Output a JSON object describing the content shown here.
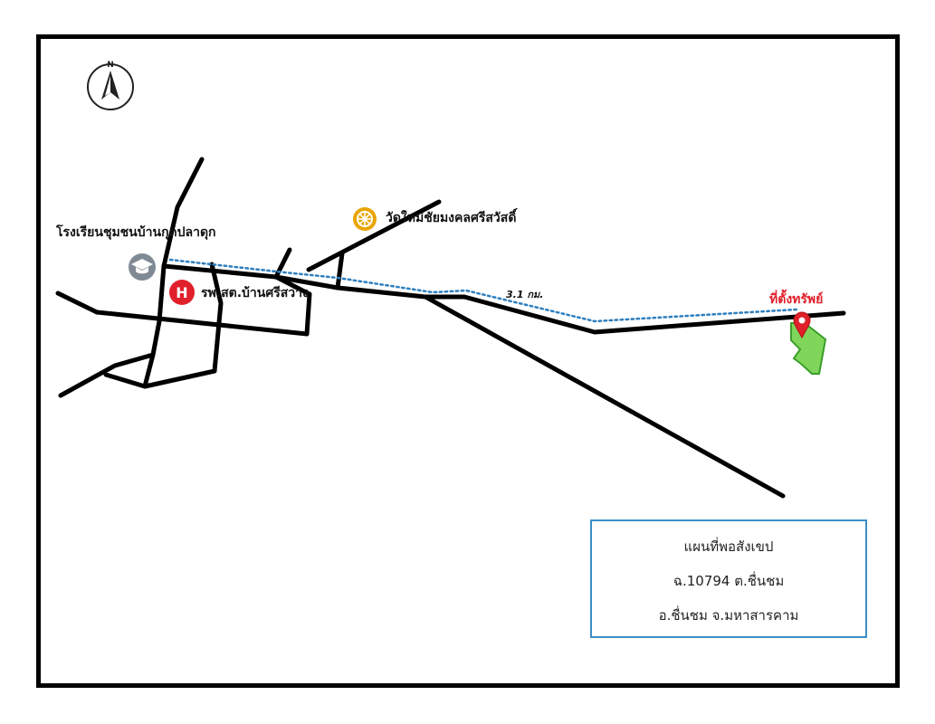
{
  "map": {
    "compass_letter": "N",
    "labels": {
      "school": "โรงเรียนชุมชนบ้านกุดปลาดุก",
      "temple": "วัดใหม่ชัยมงคลศรีสวัสดิ์",
      "hospital": "รพ.สต.บ้านศรีสว่าง",
      "distance": "3.1 กม.",
      "property": "ที่ตั้งทรัพย์"
    },
    "icons": {
      "school": "graduation-cap-icon",
      "temple": "dharma-wheel-icon",
      "hospital": "hospital-h-icon",
      "property": "location-pin-icon",
      "compass": "north-arrow-icon"
    },
    "icon_letters": {
      "hospital": "H"
    },
    "colors": {
      "road": "#000000",
      "route": "#2e7fbf",
      "school_icon": "#808a94",
      "temple_icon": "#e8a500",
      "hospital_icon": "#e0202a",
      "property_label": "#e0202a",
      "parcel_fill": "#7fd65a",
      "parcel_stroke": "#3a9e2a",
      "legend_border": "#3b8fc6"
    }
  },
  "legend": {
    "title": "แผนที่พอสังเขป",
    "line1": "ฉ.10794 ต.ชื่นชม",
    "line2": "อ.ชื่นชม จ.มหาสารคาม"
  }
}
